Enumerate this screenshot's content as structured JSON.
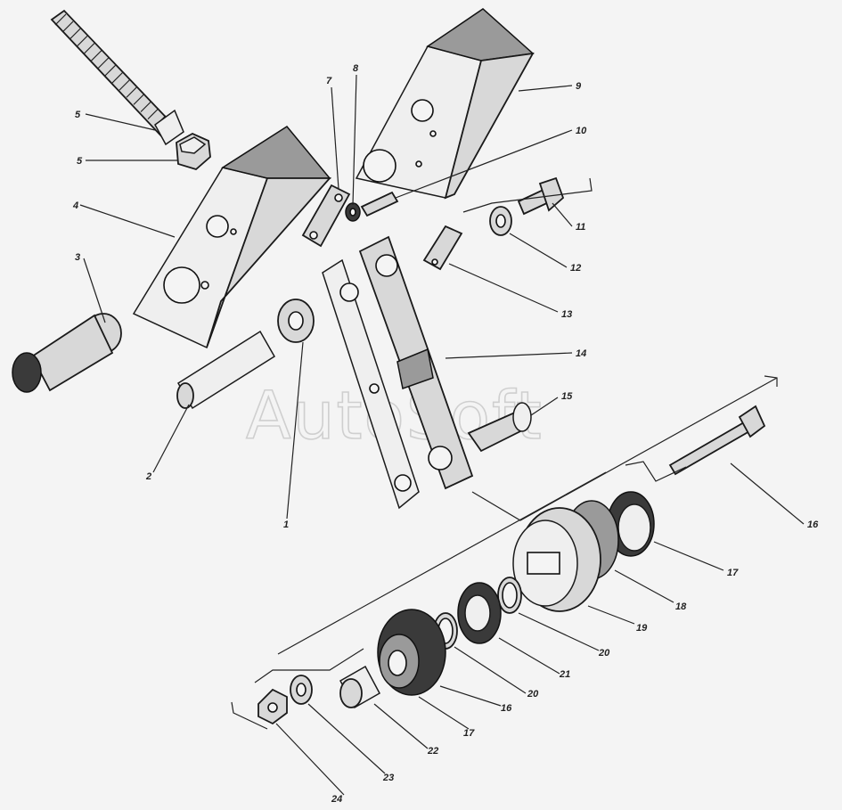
{
  "watermark": "AutoSoft",
  "callouts": {
    "c1": "1",
    "c2": "2",
    "c3": "3",
    "c4": "4",
    "c5a": "5",
    "c5b": "5",
    "c7": "7",
    "c8": "8",
    "c9": "9",
    "c10": "10",
    "c11": "11",
    "c12": "12",
    "c13": "13",
    "c14": "14",
    "c15": "15",
    "c16a": "16",
    "c16b": "16",
    "c17a": "17",
    "c17b": "17",
    "c18": "18",
    "c19": "19",
    "c20a": "20",
    "c20b": "20",
    "c21": "21",
    "c22": "22",
    "c23": "23",
    "c24": "24"
  }
}
